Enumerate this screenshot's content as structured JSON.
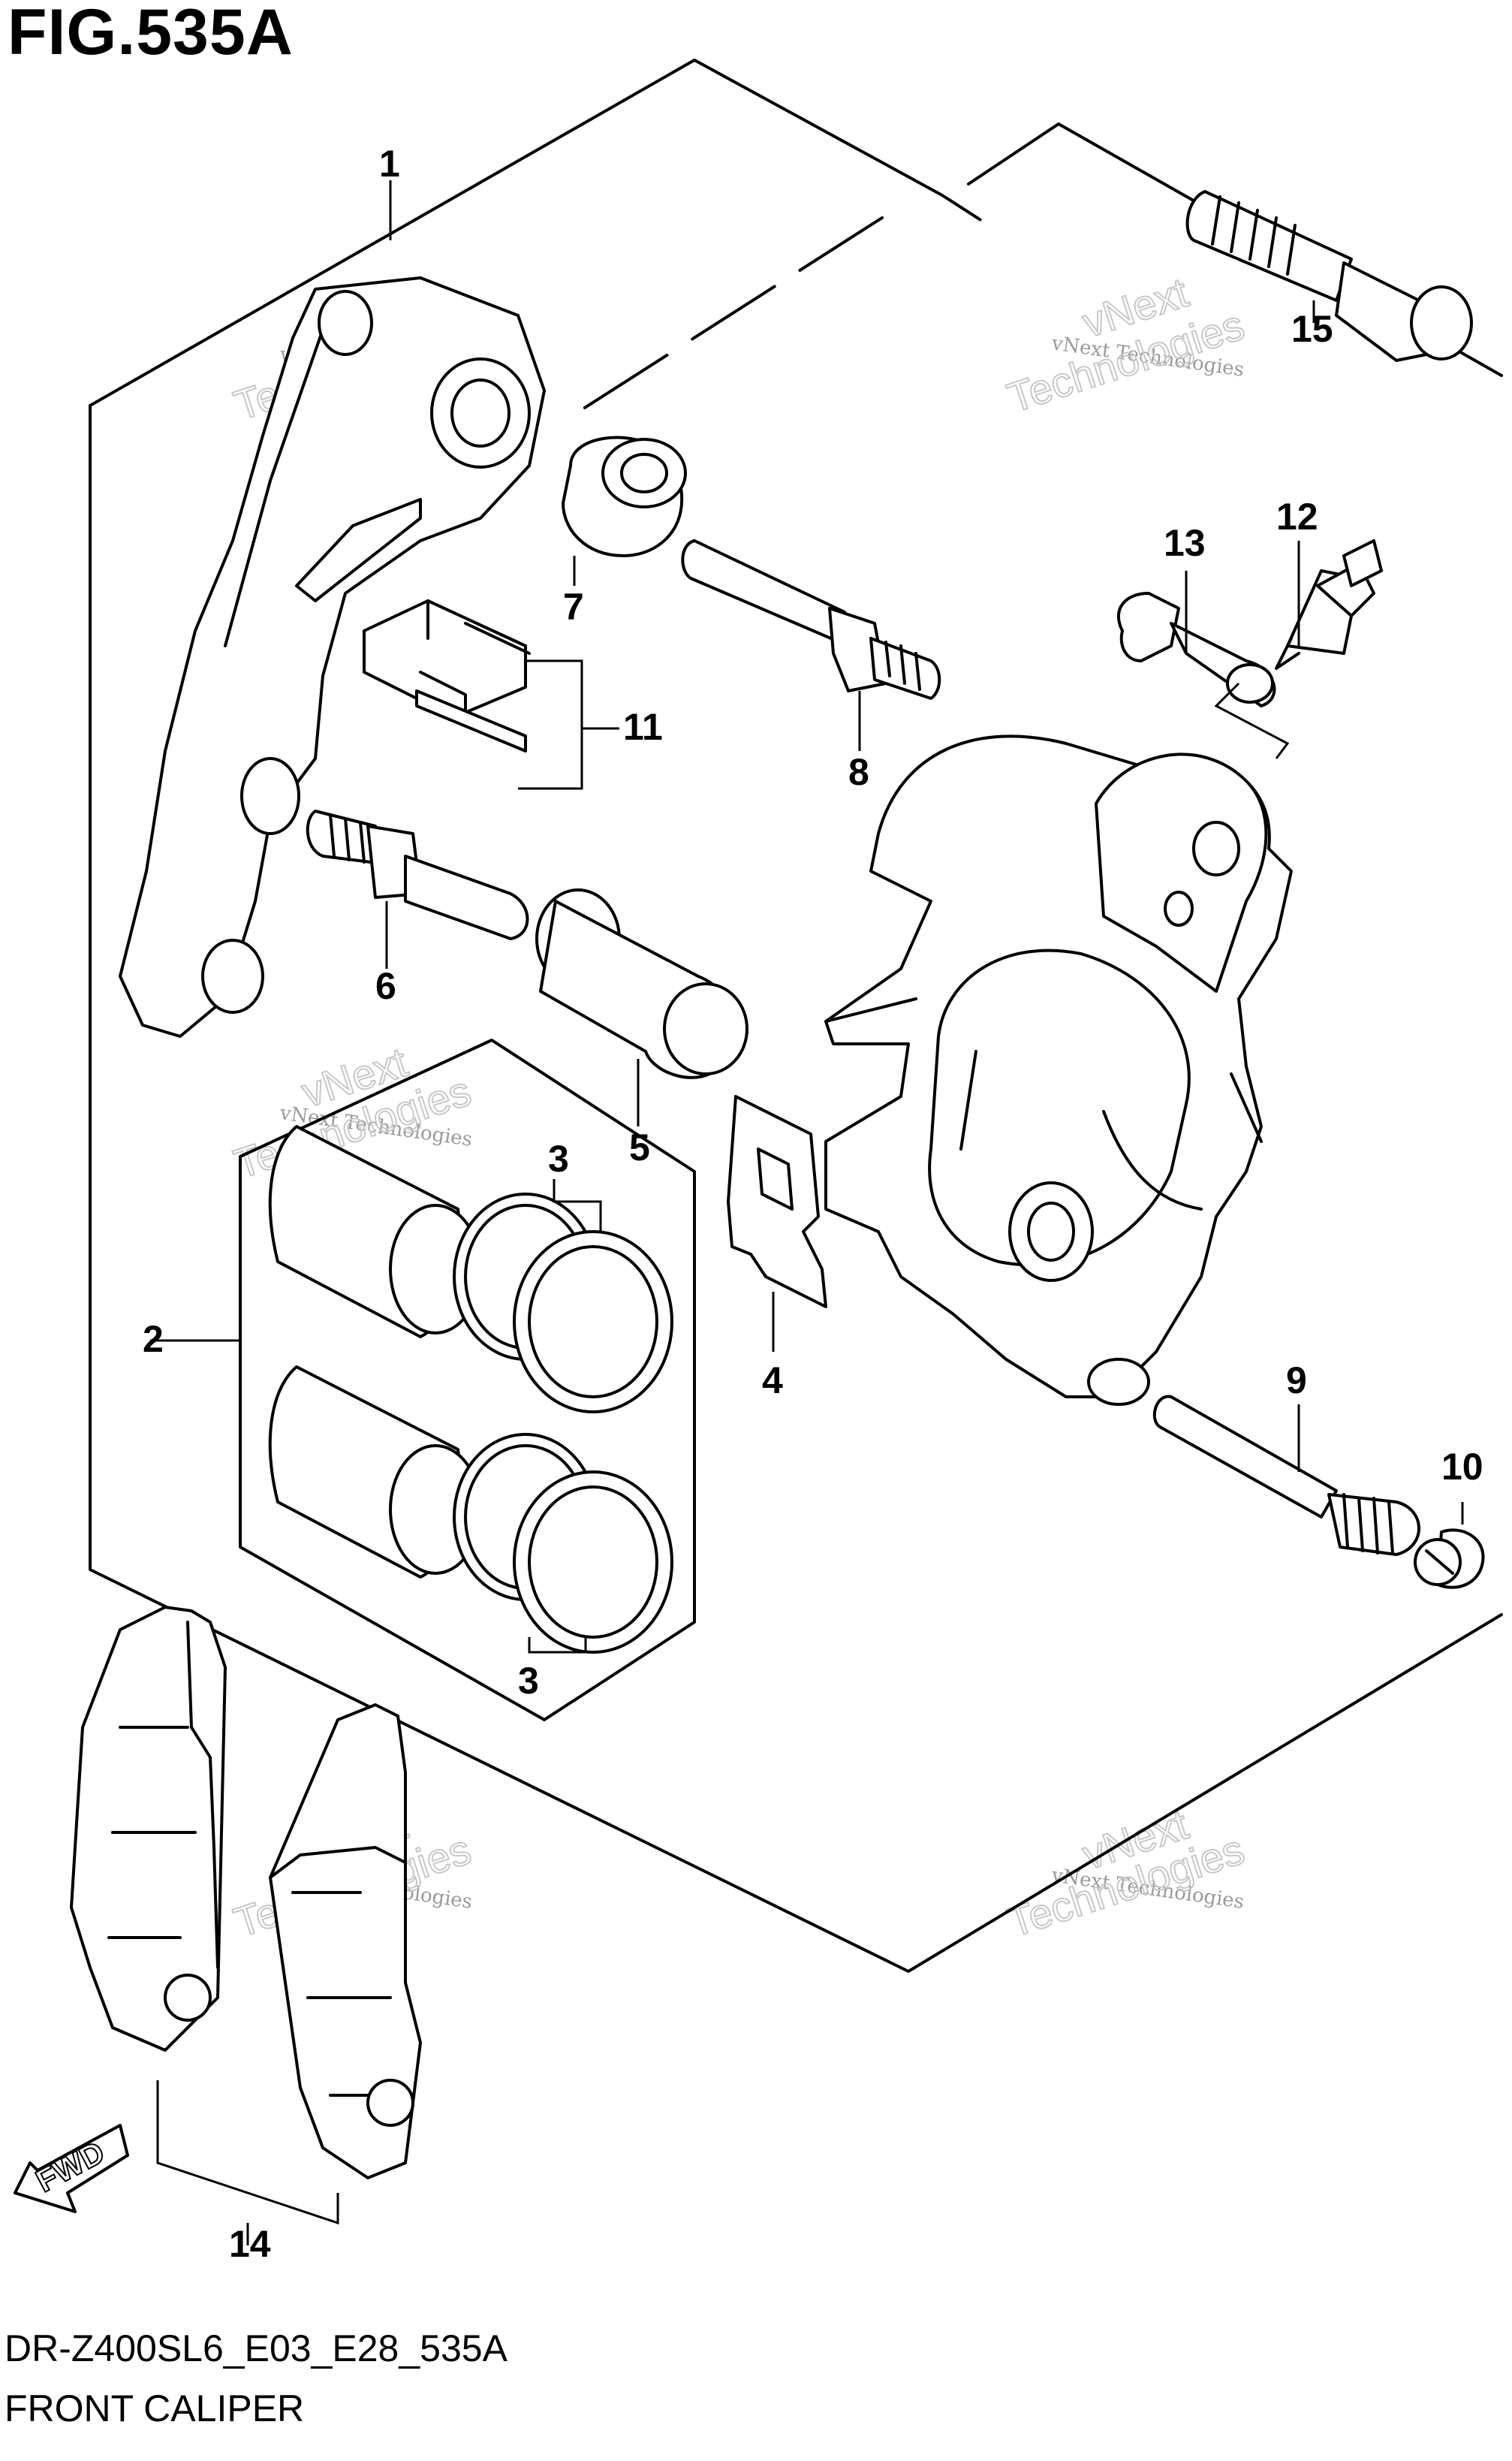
{
  "figure": {
    "title": "FIG.535A",
    "code": "DR-Z400SL6_E03_E28_535A",
    "name": "FRONT CALIPER"
  },
  "callouts": [
    "1",
    "2",
    "3",
    "3",
    "4",
    "5",
    "6",
    "7",
    "8",
    "9",
    "10",
    "11",
    "12",
    "13",
    "14",
    "15"
  ],
  "direction_label": "FWD",
  "watermark": {
    "line1": "vNext Technologies",
    "line2": "vNext",
    "line3": "Technologies"
  }
}
